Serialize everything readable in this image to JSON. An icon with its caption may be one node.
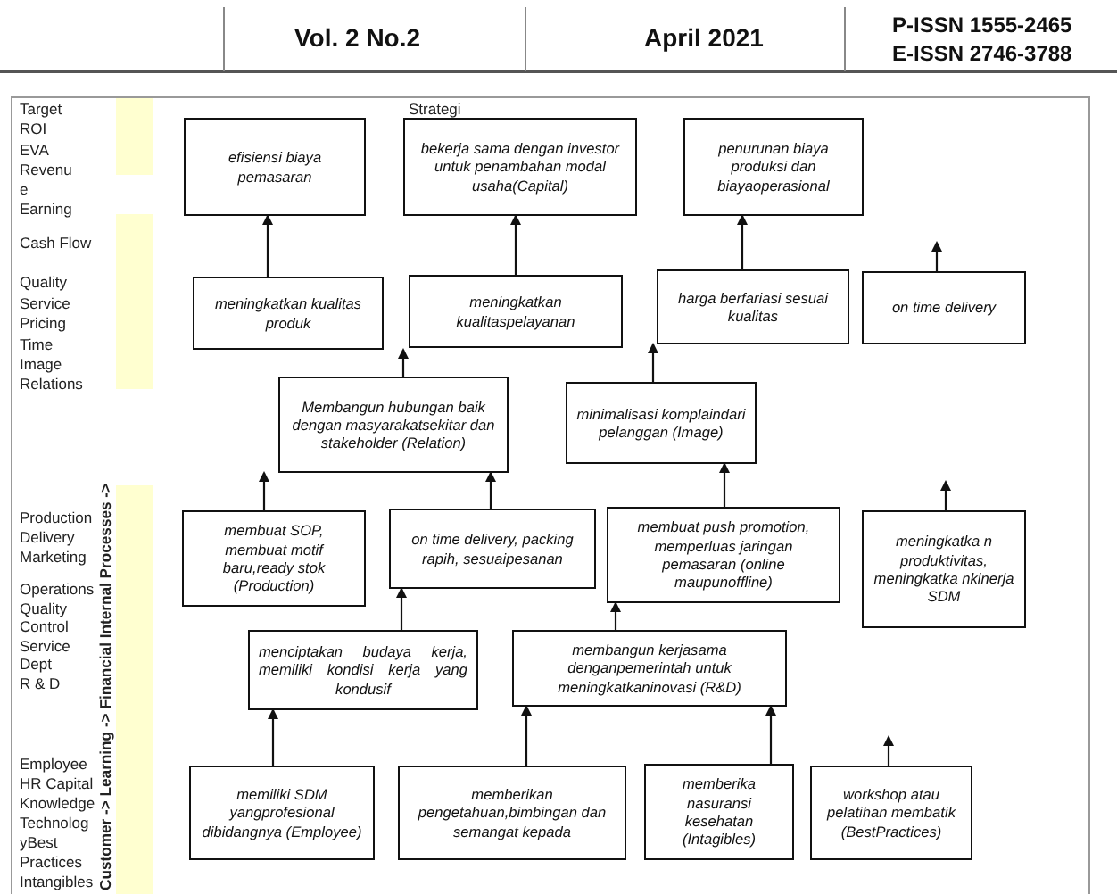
{
  "diagram": {
    "nodes": [
      {
        "text": [
          "efisiensi biaya pemasaran"
        ]
      },
      {
        "text": [
          "bekerja sama dengan investor untuk penambahan modal usaha(Capital)"
        ]
      },
      {
        "text": [
          "penurunan biaya produksi dan biayaoperasional"
        ]
      },
      {
        "text": [
          "meningkatkan kualitas produk"
        ]
      },
      {
        "text": [
          "meningkatkan kualitaspelayanan"
        ]
      },
      {
        "text": [
          "harga berfariasi sesuai kualitas"
        ]
      },
      {
        "text": [
          "on time delivery"
        ]
      },
      {
        "text": [
          "Membangun hubungan baik dengan masyarakatsekitar dan stakeholder (Relation)"
        ]
      },
      {
        "text": [
          "minimalisasi komplaindari pelanggan (Image)"
        ]
      },
      {
        "text": [
          "membuat SOP, membuat motif baru,ready stok (Production)"
        ]
      },
      {
        "text": [
          "on time delivery, packing rapih, sesuaipesanan"
        ]
      },
      {
        "text": [
          "membuat push promotion, memperluas jaringan pemasaran (online maupunoffline)"
        ]
      },
      {
        "text": [
          "meningkatka n produktivitas, meningkatka nkinerja SDM"
        ]
      },
      {
        "text": [
          "menciptakan budaya kerja, memiliki kondisi kerja yang kondusif"
        ]
      },
      {
        "text": [
          "membangun kerjasama denganpemerintah untuk meningkatkaninovasi (R&D)"
        ]
      },
      {
        "text": [
          "memiliki SDM yangprofesional dibidangnya (Employee)"
        ]
      },
      {
        "text": [
          "memberikan pengetahuan,bimbingan dan semangat kepada"
        ]
      },
      {
        "text": [
          "memberika nasuransi kesehatan (Intagibles)"
        ]
      },
      {
        "text": [
          "workshop atau pelatihan membatik (BestPractices)"
        ]
      }
    ],
    "edges": [
      {
        "from": 3,
        "to": 0,
        "arrow": "to"
      },
      {
        "from": 4,
        "to": 1,
        "arrow": "to"
      },
      {
        "from": 5,
        "to": 2,
        "arrow": "to"
      },
      {
        "from": 6,
        "to": null,
        "arrow": "to"
      },
      {
        "from": 7,
        "to": 3,
        "arrow": "to"
      },
      {
        "from": 8,
        "to": 5,
        "arrow": "to"
      },
      {
        "from": 9,
        "to": 7,
        "arrow": "to"
      },
      {
        "from": 10,
        "to": 7,
        "arrow": "to"
      },
      {
        "from": 11,
        "to": 8,
        "arrow": "to"
      },
      {
        "from": 12,
        "to": null,
        "arrow": "to"
      },
      {
        "from": 13,
        "to": 10,
        "arrow": "to"
      },
      {
        "from": 14,
        "to": 11,
        "arrow": "to"
      },
      {
        "from": 15,
        "to": 13,
        "arrow": "to"
      },
      {
        "from": 16,
        "to": 14,
        "arrow": "to"
      },
      {
        "from": 17,
        "to": 14,
        "arrow": "to"
      },
      {
        "from": 18,
        "to": null,
        "arrow": "to"
      }
    ],
    "labels": [
      "Vol. 2 No.2",
      "April 2021",
      "P-ISSN  1555-2465",
      "E-ISSN  2746-3788",
      "Target",
      "Strategi",
      "ROI",
      "EVA",
      "Revenu",
      "e",
      "Earning",
      "Cash Flow",
      "Quality",
      "Service",
      "Pricing",
      "Time",
      "Image",
      "Relations",
      "Customer -> Learning -> Financial  Internal Processes ->",
      "Production",
      "Delivery",
      "Marketing",
      "Operations",
      "Quality",
      "Control",
      "Service",
      "Dept",
      "R & D",
      "Employee",
      "HR Capital",
      "Knowledge",
      "Technolog",
      "yBest",
      "Practices",
      "Intangibles"
    ]
  }
}
